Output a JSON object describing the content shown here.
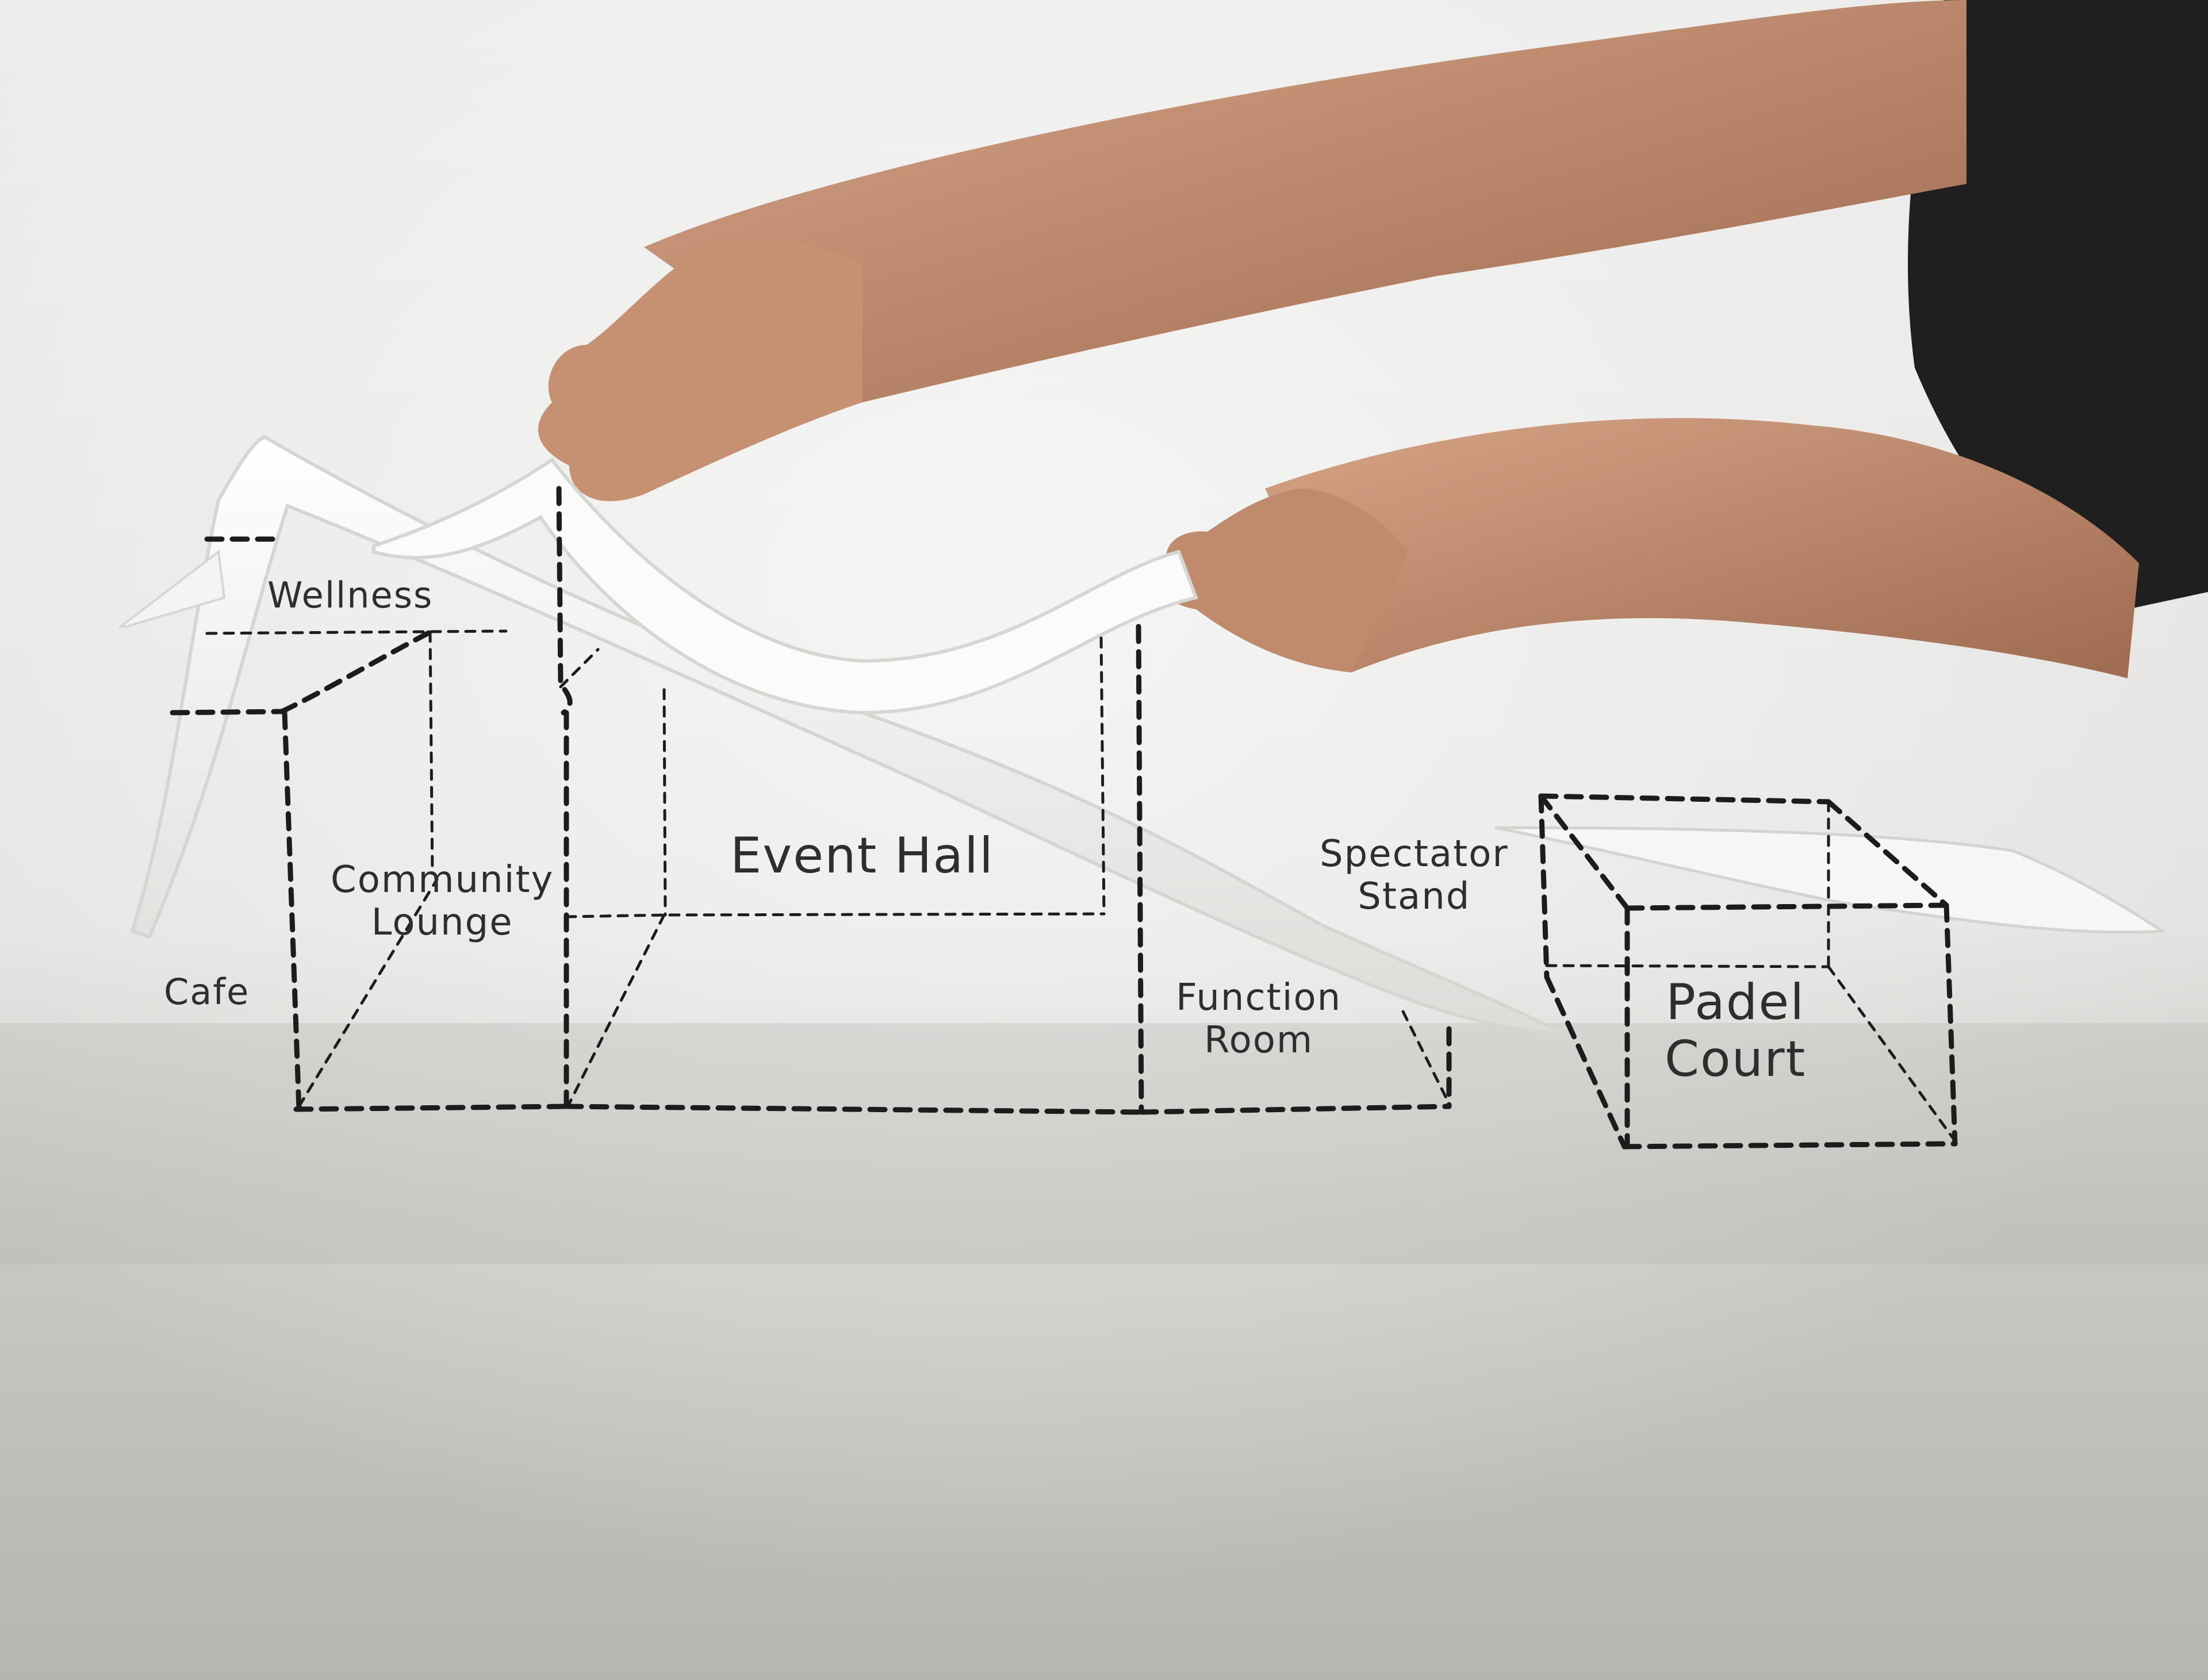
{
  "labels": {
    "wellness": "Wellness",
    "community_lounge": [
      "Community",
      "Lounge"
    ],
    "cafe": "Cafe",
    "event_hall": "Event Hall",
    "spectator_stand": [
      "Spectator",
      "Stand"
    ],
    "function_room": [
      "Function",
      "Room"
    ],
    "padel_court": [
      "Padel",
      "Court"
    ]
  },
  "colors": {
    "background_top": "#ededeb",
    "background_bottom": "#b9b9b4",
    "paper": "#f7f7f5",
    "sketch_line": "#1c1c1c",
    "skin": "#c08a6c",
    "sleeve": "#1e1e1e"
  },
  "icons": {
    "hands": "hands-holding-model-illustration",
    "model": "curved-paper-strip-model"
  }
}
